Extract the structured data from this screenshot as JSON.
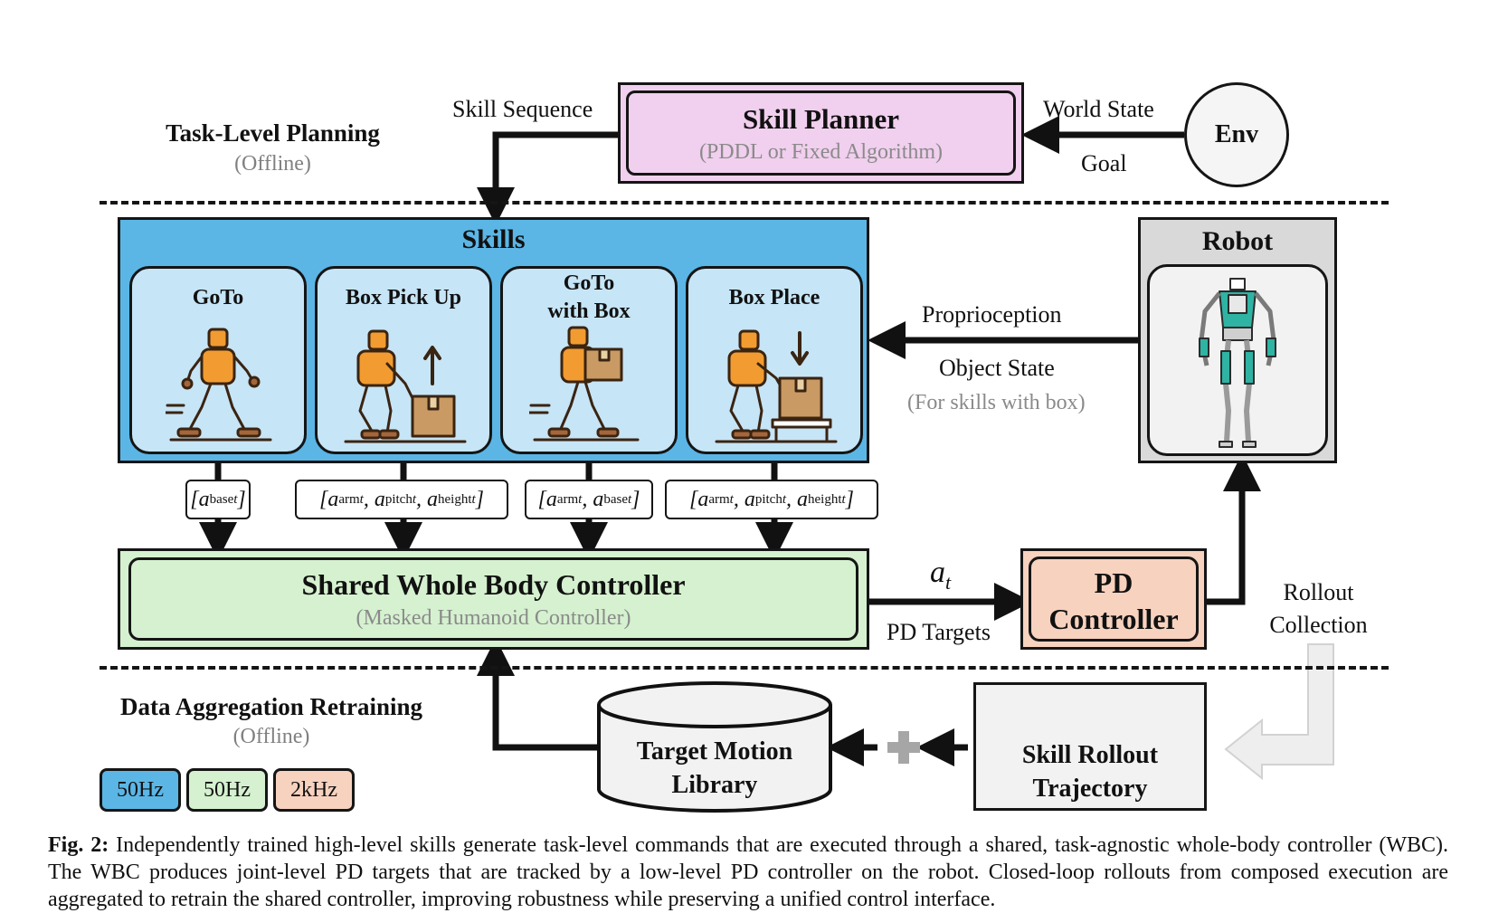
{
  "top": {
    "title": "Task-Level Planning",
    "subtitle": "(Offline)",
    "skill_sequence": "Skill Sequence",
    "planner_title": "Skill Planner",
    "planner_sub": "(PDDL or Fixed Algorithm)",
    "world_state": "World State",
    "goal": "Goal",
    "env": "Env"
  },
  "skills": {
    "title": "Skills",
    "cards": [
      {
        "label": "GoTo",
        "icon": "robot-walking-icon"
      },
      {
        "label": "Box Pick Up",
        "icon": "robot-pick-up-box-icon"
      },
      {
        "label": "GoTo with Box",
        "line1": "GoTo",
        "line2": "with Box",
        "icon": "robot-walking-with-box-icon"
      },
      {
        "label": "Box Place",
        "icon": "robot-place-box-icon"
      }
    ]
  },
  "robot": {
    "title": "Robot",
    "proprioception": "Proprioception",
    "object_state": "Object State",
    "object_state_note": "(For skills with box)"
  },
  "actions": {
    "a": "a",
    "t": "t",
    "arm": "arm",
    "pitch": "pitch",
    "height": "height",
    "base": "base"
  },
  "wbc": {
    "title": "Shared Whole Body Controller",
    "subtitle": "(Masked Humanoid Controller)"
  },
  "at_label": "a",
  "at_sub": "t",
  "pd_targets": "PD Targets",
  "pd": {
    "line1": "PD",
    "line2": "Controller"
  },
  "rollout": {
    "line1": "Rollout",
    "line2": "Collection"
  },
  "bottom": {
    "title": "Data Aggregation Retraining",
    "subtitle": "(Offline)",
    "library_line1": "Target Motion",
    "library_line2": "Library",
    "traj_line1": "Skill Rollout",
    "traj_line2": "Trajectory"
  },
  "legend": [
    {
      "label": "50Hz",
      "color": "#5bb6e6"
    },
    {
      "label": "50Hz",
      "color": "#d5f1cf"
    },
    {
      "label": "2kHz",
      "color": "#f7d2bf"
    }
  ],
  "caption": {
    "lead": "Fig. 2:",
    "text": "Independently trained high-level skills generate task-level commands that are executed through a shared, task-agnostic whole-body controller (WBC). The WBC produces joint-level PD targets that are tracked by a low-level PD controller on the robot. Closed-loop rollouts from composed execution are aggregated to retrain the shared controller, improving robustness while preserving a unified control interface."
  }
}
